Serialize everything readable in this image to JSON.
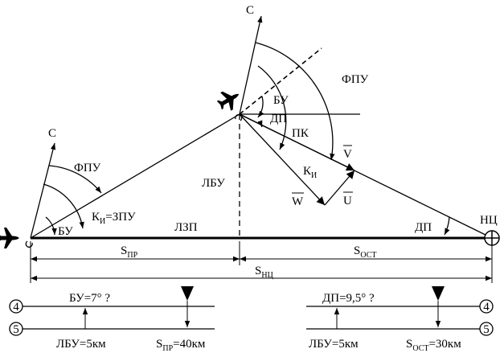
{
  "colors": {
    "ink": "#000000",
    "background": "#ffffff"
  },
  "icons": [
    "aircraft-icon",
    "aircraft-icon",
    "target-crosshair-icon"
  ],
  "labels": {
    "north_left": "С",
    "north_top": "С",
    "fpu_left": "ФПУ",
    "fpu_top": "ФПУ",
    "bu_left": "БУ",
    "bu_mid": "БУ",
    "ki_zpu_k": "К",
    "ki_zpu_sub": "И",
    "ki_zpu_rest": "=ЗПУ",
    "lbu": "ЛБУ",
    "lzp": "ЛЗП",
    "dp_mid": "ДП",
    "dp_right": "ДП",
    "pk": "ПК",
    "ki_k": "К",
    "ki_sub": "И",
    "vec_v": "V",
    "vec_w": "W",
    "vec_u": "U",
    "nc": "НЦ",
    "s_pr_main": "S",
    "s_pr_sub": "ПР",
    "s_ost_main": "S",
    "s_ost_sub": "ОСТ",
    "s_nc_main": "S",
    "s_nc_sub": "НЦ"
  },
  "bottom_left": {
    "line4_num": "4",
    "line5_num": "5",
    "top_text": "БУ=7° ?",
    "lbu_text": "ЛБУ=5км",
    "s_main": "S",
    "s_sub": "ПР",
    "s_rest": "=40км"
  },
  "bottom_right": {
    "line4_num": "4",
    "line5_num": "5",
    "top_text": "ДП=9,5° ?",
    "lbu_text": "ЛБУ=5км",
    "s_main": "S",
    "s_sub": "ОСТ",
    "s_rest": "=30км"
  }
}
